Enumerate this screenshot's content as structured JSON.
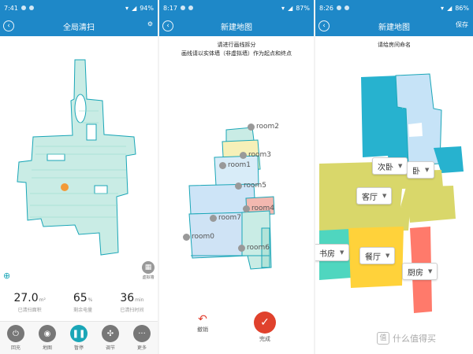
{
  "screen1": {
    "status": {
      "time": "7:41",
      "battery": "94%"
    },
    "title": "全局清扫",
    "stats": [
      {
        "value": "27.0",
        "unit": "m²",
        "label": "已清扫面积"
      },
      {
        "value": "65",
        "unit": "%",
        "label": "剩余电量"
      },
      {
        "value": "36",
        "unit": "min",
        "label": "已清扫时间"
      }
    ],
    "virtual_wall_label": "虚拟墙",
    "nav": [
      {
        "label": "回充",
        "icon": "power-icon",
        "glyph": "⏻"
      },
      {
        "label": "地图",
        "icon": "map-pin-icon",
        "glyph": "◉"
      },
      {
        "label": "暂停",
        "icon": "pause-icon",
        "glyph": "❚❚"
      },
      {
        "label": "调节",
        "icon": "fan-icon",
        "glyph": "✣"
      },
      {
        "label": "更多",
        "icon": "more-icon",
        "glyph": "···"
      }
    ]
  },
  "screen2": {
    "status": {
      "time": "8:17",
      "battery": "87%"
    },
    "title": "新建地图",
    "instruction_line1": "请进行画线拆分",
    "instruction_line2": "画线请以实体墙（非虚拟墙）作为起点和终点",
    "rooms": [
      "room2",
      "room3",
      "room1",
      "room5",
      "room4",
      "room7",
      "room0",
      "room6"
    ],
    "undo_label": "撤销",
    "done_label": "完成"
  },
  "screen3": {
    "status": {
      "time": "8:26",
      "battery": "86%"
    },
    "title": "新建地图",
    "save_label": "保存",
    "instruction": "请给房间命名",
    "room_names": [
      "次卧",
      "卧",
      "客厅",
      "书房",
      "餐厅",
      "厨房"
    ]
  },
  "watermark": "什么值得买",
  "colors": {
    "header": "#1e88c8",
    "map_teal": "#1aa6b7",
    "accent_red": "#e0412c"
  }
}
